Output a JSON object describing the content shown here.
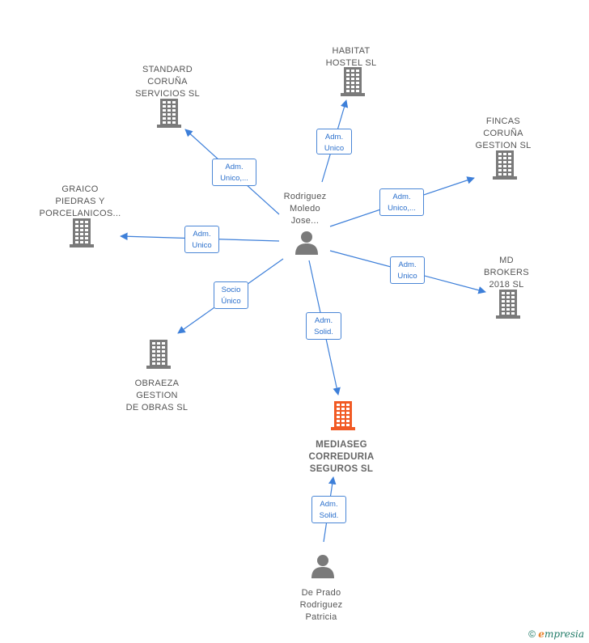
{
  "colors": {
    "edge": "#3d7fd9",
    "building": "#7a7a7a",
    "highlight": "#f15a24",
    "person": "#7a7a7a"
  },
  "nodes": [
    {
      "id": "standard",
      "type": "company",
      "label": "STANDARD\nCORUÑA\nSERVICIOS  SL"
    },
    {
      "id": "habitat",
      "type": "company",
      "label": "HABITAT\nHOSTEL  SL"
    },
    {
      "id": "fincas",
      "type": "company",
      "label": "FINCAS\nCORUÑA\nGESTION  SL"
    },
    {
      "id": "graico",
      "type": "company",
      "label": "GRAICO\nPIEDRAS Y\nPORCELANICOS..."
    },
    {
      "id": "md",
      "type": "company",
      "label": "MD\nBROKERS\n2018  SL"
    },
    {
      "id": "obraeza",
      "type": "company",
      "label": "OBRAEZA\nGESTION\nDE OBRAS  SL"
    },
    {
      "id": "mediaseg",
      "type": "company-main",
      "label": "MEDIASEG\nCORREDURIA\nSEGUROS  SL"
    },
    {
      "id": "rodriguez",
      "type": "person",
      "label": "Rodriguez\nMoledo\nJose..."
    },
    {
      "id": "deprado",
      "type": "person",
      "label": "De Prado\nRodriguez\nPatricia"
    }
  ],
  "edges": [
    {
      "from": "rodriguez",
      "to": "standard",
      "role": "Adm.\nUnico,..."
    },
    {
      "from": "rodriguez",
      "to": "habitat",
      "role": "Adm.\nUnico"
    },
    {
      "from": "rodriguez",
      "to": "fincas",
      "role": "Adm.\nUnico,..."
    },
    {
      "from": "rodriguez",
      "to": "graico",
      "role": "Adm.\nUnico"
    },
    {
      "from": "rodriguez",
      "to": "md",
      "role": "Adm.\nUnico"
    },
    {
      "from": "rodriguez",
      "to": "obraeza",
      "role": "Socio\nÚnico"
    },
    {
      "from": "rodriguez",
      "to": "mediaseg",
      "role": "Adm.\nSolid."
    },
    {
      "from": "deprado",
      "to": "mediaseg",
      "role": "Adm.\nSolid."
    }
  ],
  "footer": {
    "copyright": "©",
    "brand_e": "e",
    "brand_rest": "mpresia"
  }
}
